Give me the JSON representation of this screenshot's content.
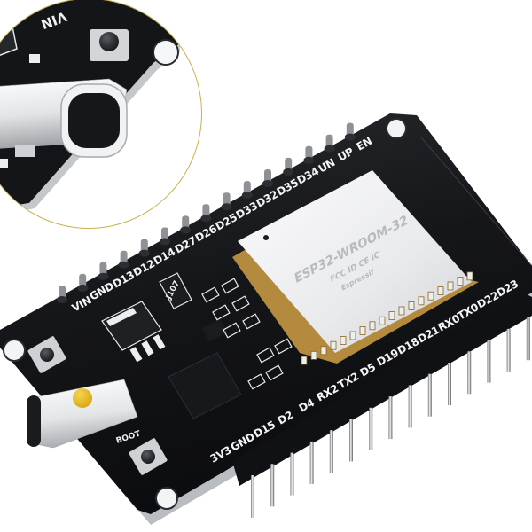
{
  "scene": {
    "title": "ESP32 development board product photo",
    "background_color": "#ffffff",
    "board_color": "#17181c",
    "accent_color": "#c9b24a",
    "marker_color": "#e3b421"
  },
  "board": {
    "module": {
      "name": "esp32-wroom-module",
      "line1": "ESP32-WROOM-32",
      "line2": "FCC ID  CE  IC",
      "line3": "Espressif",
      "shield_color": "#f2f3f4"
    },
    "top_pin_labels": [
      "VIN",
      "GND",
      "D13",
      "D12",
      "D14",
      "D27",
      "D26",
      "D25",
      "D33",
      "D32",
      "D35",
      "D34",
      "UN",
      "UP",
      "EN"
    ],
    "bottom_pin_labels": [
      "3V3",
      "GND",
      "D15",
      "D2",
      "D4",
      "RX2",
      "TX2",
      "D5",
      "D19",
      "D18",
      "D21",
      "RX0",
      "TX0",
      "D22",
      "D23"
    ],
    "buttons": [
      {
        "name": "en-reset-button",
        "label": ""
      },
      {
        "name": "boot-button",
        "label": "BOOT"
      }
    ],
    "components": [
      {
        "name": "usb-c-connector",
        "label": ""
      },
      {
        "name": "diode-j107",
        "label": "J107"
      },
      {
        "name": "usb-serial-ic",
        "label": ""
      },
      {
        "name": "voltage-regulator",
        "label": ""
      }
    ],
    "pin_header": {
      "name": "male-pin-header",
      "pin_count": 15
    },
    "mounting_holes": 3
  },
  "callout": {
    "name": "magnifier-callout",
    "shape": "circle",
    "border_color": "#c9b24a",
    "subject": "usb-c-connector",
    "magnified_label": "VIN",
    "leader_style": "dashed",
    "marker_shape": "dot"
  }
}
